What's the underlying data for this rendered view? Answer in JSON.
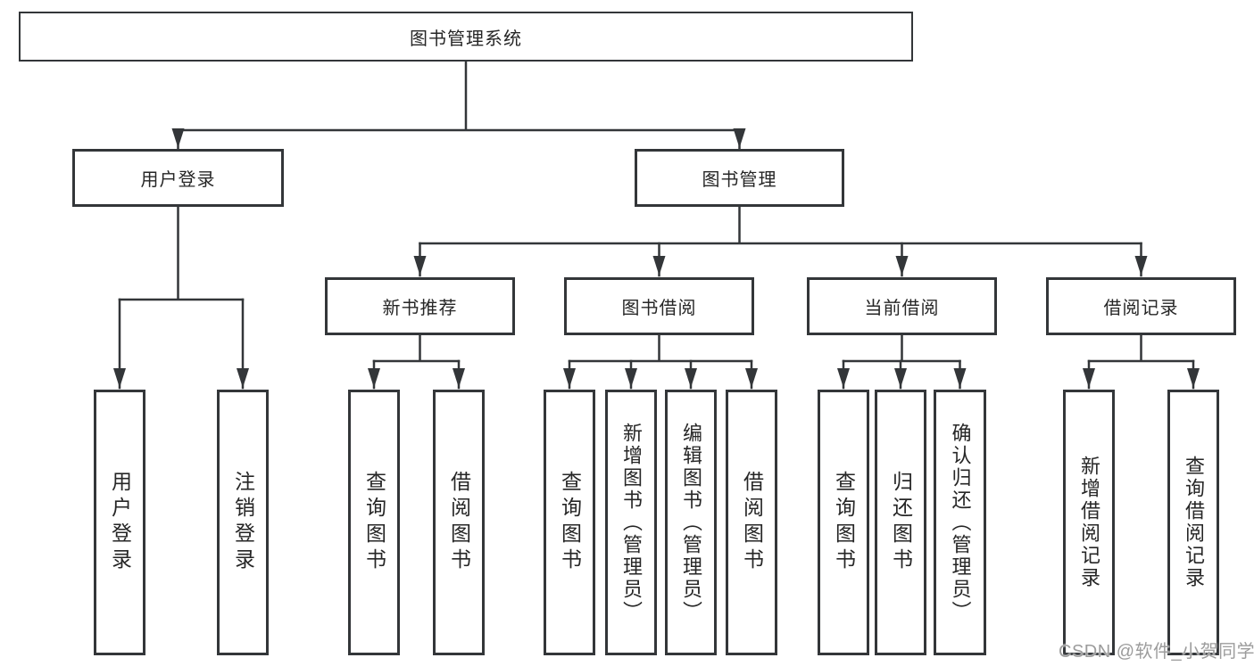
{
  "colors": {
    "line": "#333639",
    "text": "#262626",
    "watermark": "#9c9c9c",
    "background": "#ffffff"
  },
  "diagram": {
    "type": "hierarchy-tree",
    "root": {
      "label": "图书管理系统"
    },
    "branches": [
      {
        "label": "用户登录",
        "children": [
          {
            "label": "用户登录"
          },
          {
            "label": "注销登录"
          }
        ]
      },
      {
        "label": "图书管理",
        "sections": [
          {
            "label": "新书推荐",
            "children": [
              {
                "label": "查询图书"
              },
              {
                "label": "借阅图书"
              }
            ]
          },
          {
            "label": "图书借阅",
            "children": [
              {
                "label": "查询图书"
              },
              {
                "label": "新增图书（管理员）"
              },
              {
                "label": "编辑图书（管理员）"
              },
              {
                "label": "借阅图书"
              }
            ]
          },
          {
            "label": "当前借阅",
            "children": [
              {
                "label": "查询图书"
              },
              {
                "label": "归还图书"
              },
              {
                "label": "确认归还（管理员）"
              }
            ]
          },
          {
            "label": "借阅记录",
            "children": [
              {
                "label": "新增借阅记录"
              },
              {
                "label": "查询借阅记录"
              }
            ]
          }
        ]
      }
    ]
  },
  "watermark": {
    "text": "CSDN @软件_小贺同学"
  }
}
